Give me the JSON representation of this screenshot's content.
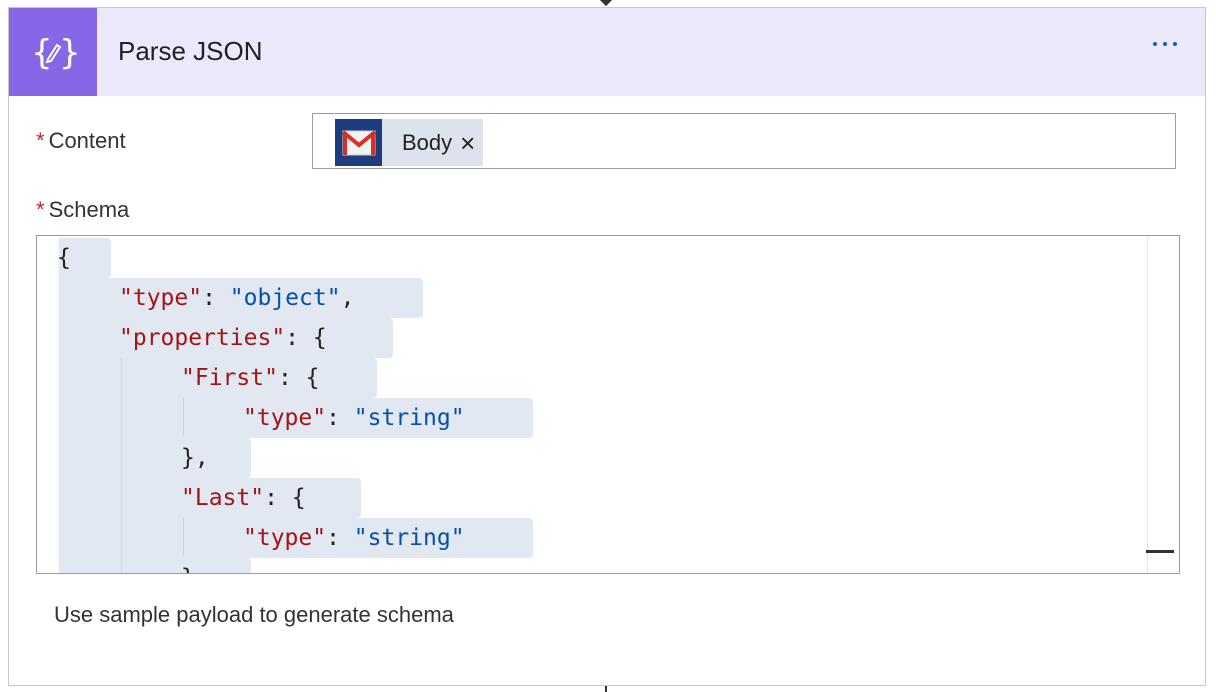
{
  "action": {
    "title": "Parse JSON",
    "more_menu": "More options"
  },
  "content": {
    "label": "Content",
    "required_mark": "*",
    "token": {
      "icon": "gmail-icon",
      "label": "Body",
      "remove_symbol": "×"
    }
  },
  "schema": {
    "label": "Schema",
    "required_mark": "*",
    "lines": [
      {
        "key": "",
        "punc": "{",
        "value": "",
        "tail": ""
      },
      {
        "key": "\"type\"",
        "punc": ": ",
        "value": "\"object\"",
        "tail": ","
      },
      {
        "key": "\"properties\"",
        "punc": ": {",
        "value": "",
        "tail": ""
      },
      {
        "key": "\"First\"",
        "punc": ": {",
        "value": "",
        "tail": ""
      },
      {
        "key": "\"type\"",
        "punc": ": ",
        "value": "\"string\"",
        "tail": ""
      },
      {
        "key": "",
        "punc": "},",
        "value": "",
        "tail": ""
      },
      {
        "key": "\"Last\"",
        "punc": ": {",
        "value": "",
        "tail": ""
      },
      {
        "key": "\"type\"",
        "punc": ": ",
        "value": "\"string\"",
        "tail": ""
      },
      {
        "key": "",
        "punc": "}",
        "value": "",
        "tail": ""
      }
    ]
  },
  "footer": {
    "sample_payload_link": "Use sample payload to generate schema"
  },
  "colors": {
    "header_bg": "#ece9fc",
    "icon_bg": "#8767e6",
    "required": "#c3262e",
    "json_key": "#a31515",
    "json_string": "#0451a5",
    "more_dots": "#0067b8"
  }
}
